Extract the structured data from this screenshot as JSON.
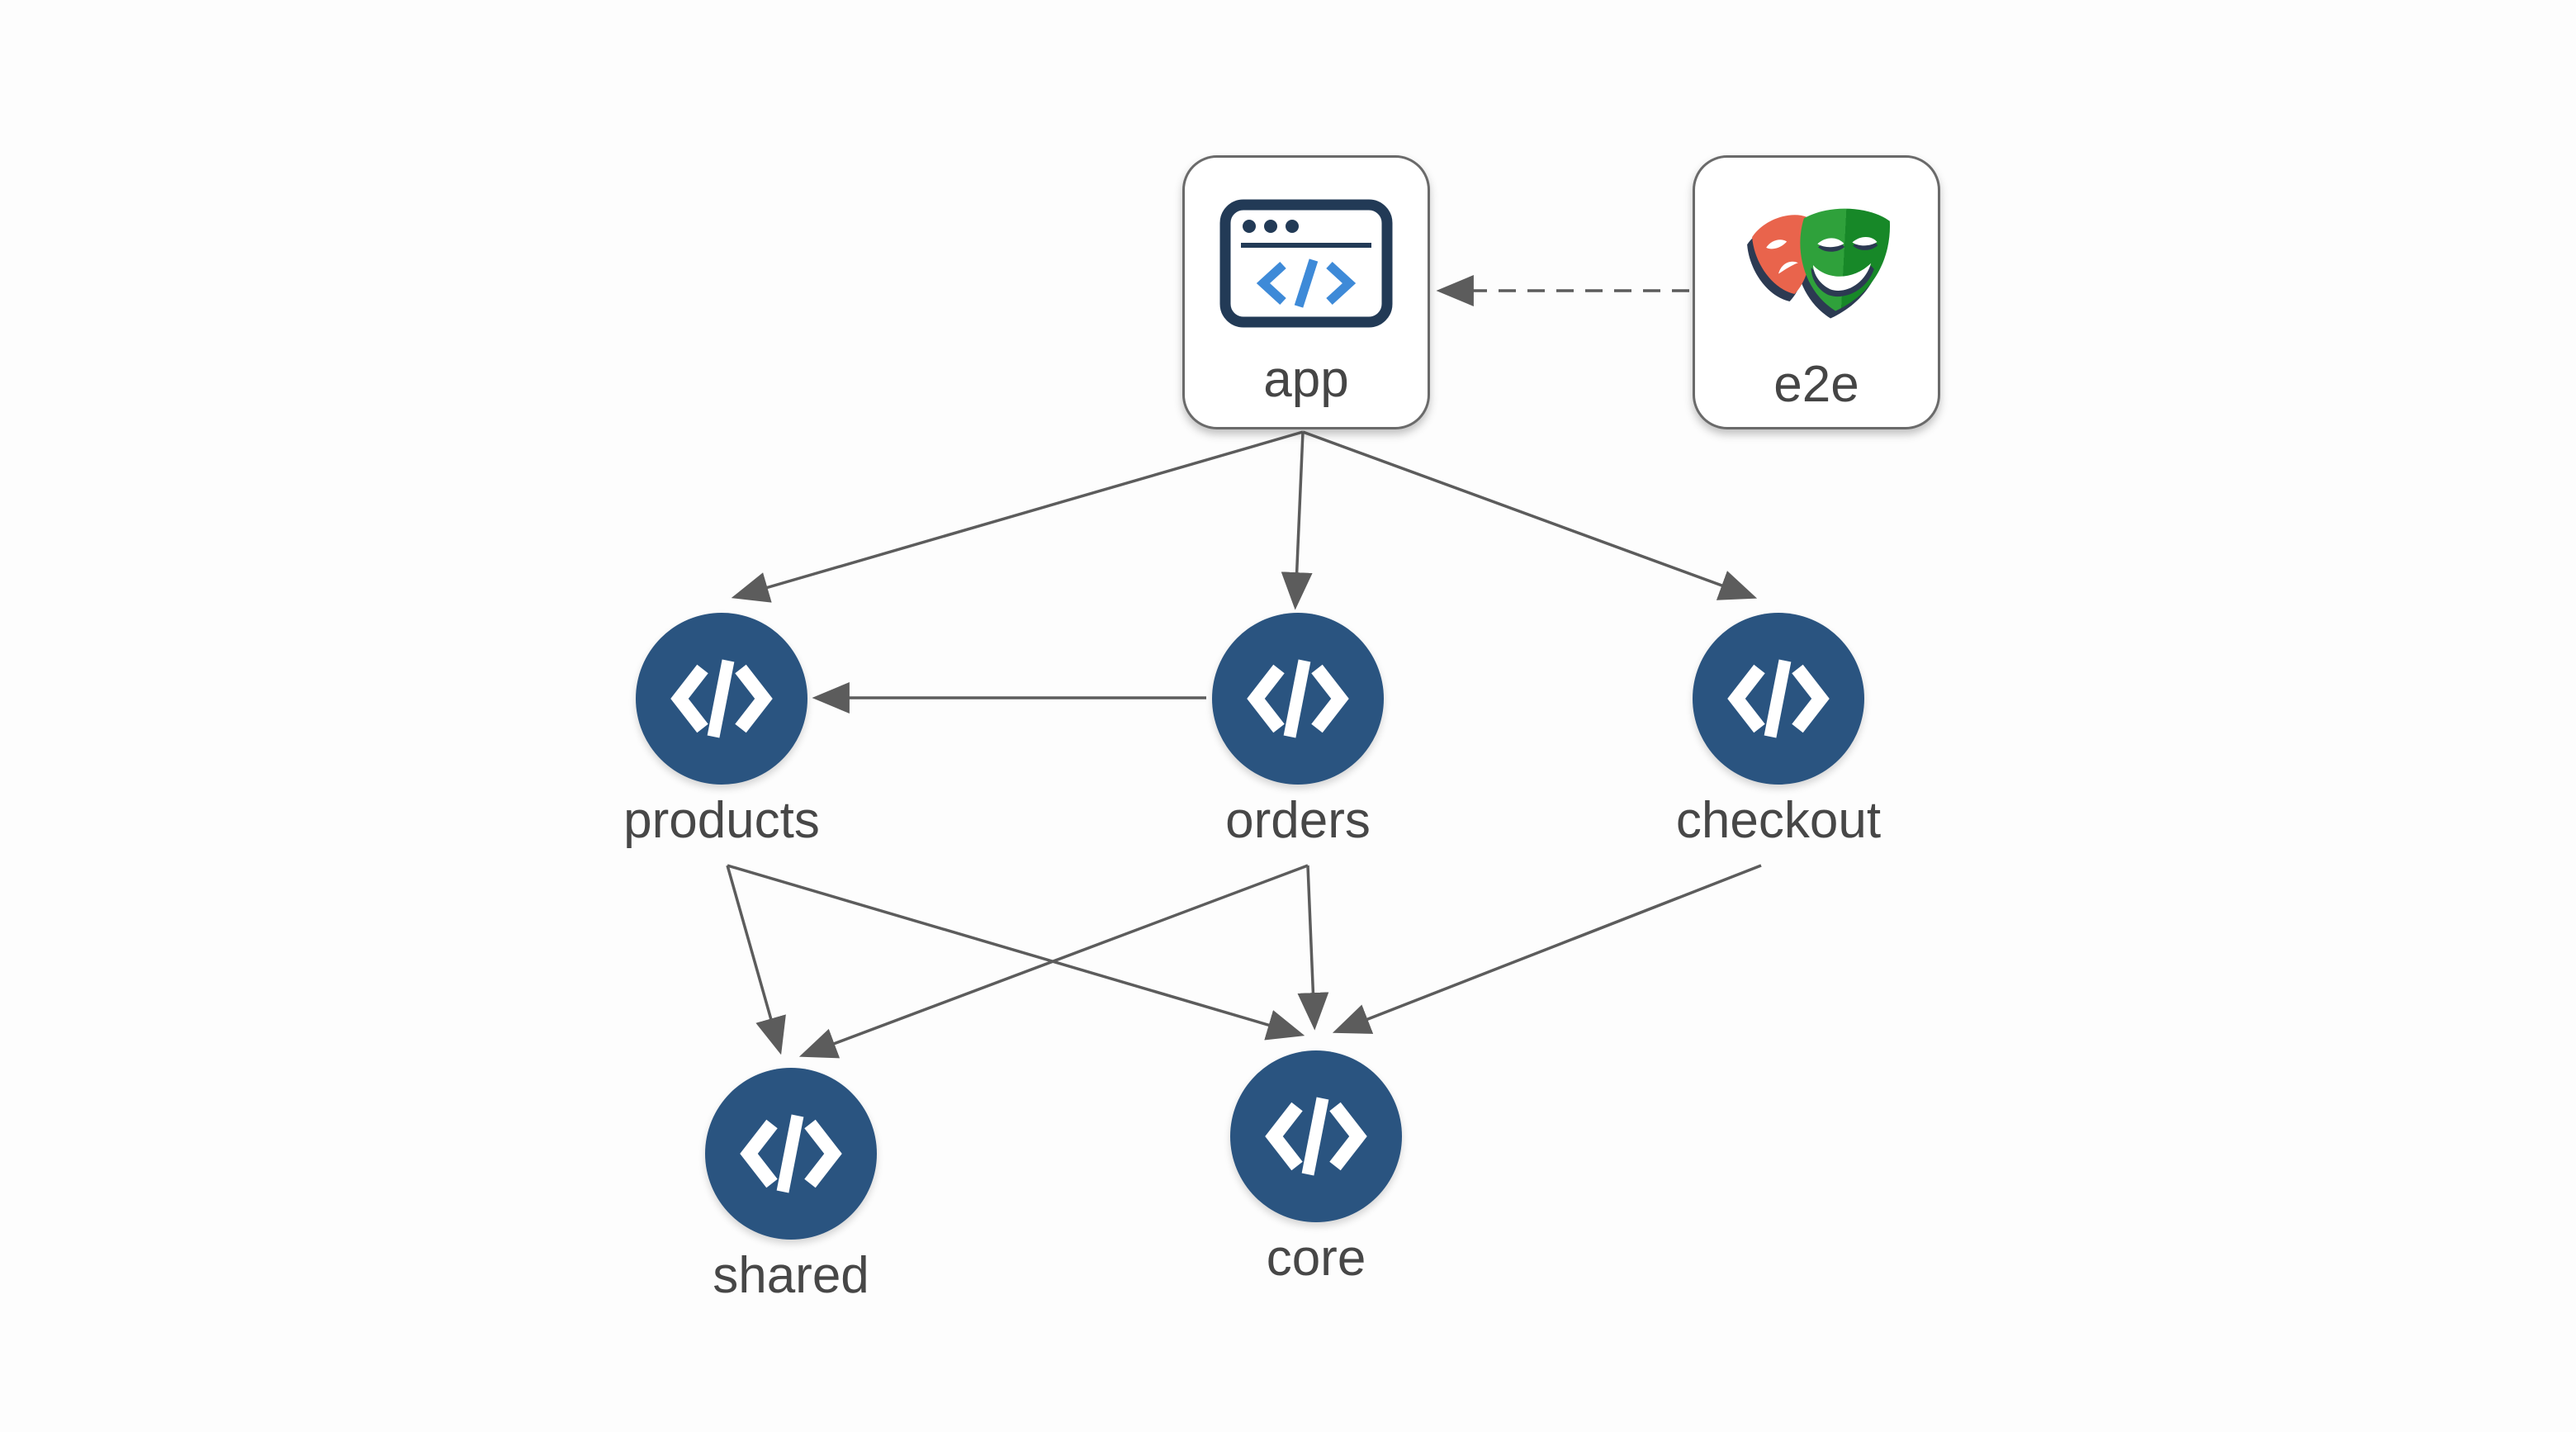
{
  "diagram": {
    "type": "dependency-graph",
    "nodes": {
      "app": {
        "id": "app",
        "label": "app",
        "kind": "application",
        "icon": "browser-window-icon"
      },
      "e2e": {
        "id": "e2e",
        "label": "e2e",
        "kind": "e2e-tests",
        "icon": "playwright-masks-icon"
      },
      "products": {
        "id": "products",
        "label": "products",
        "kind": "library",
        "icon": "code-icon"
      },
      "orders": {
        "id": "orders",
        "label": "orders",
        "kind": "library",
        "icon": "code-icon"
      },
      "checkout": {
        "id": "checkout",
        "label": "checkout",
        "kind": "library",
        "icon": "code-icon"
      },
      "shared": {
        "id": "shared",
        "label": "shared",
        "kind": "library",
        "icon": "code-icon"
      },
      "core": {
        "id": "core",
        "label": "core",
        "kind": "library",
        "icon": "code-icon"
      }
    },
    "edges": [
      {
        "from": "e2e",
        "to": "app",
        "style": "dashed"
      },
      {
        "from": "app",
        "to": "products",
        "style": "solid"
      },
      {
        "from": "app",
        "to": "orders",
        "style": "solid"
      },
      {
        "from": "app",
        "to": "checkout",
        "style": "solid"
      },
      {
        "from": "orders",
        "to": "products",
        "style": "solid"
      },
      {
        "from": "products",
        "to": "shared",
        "style": "solid"
      },
      {
        "from": "products",
        "to": "core",
        "style": "solid"
      },
      {
        "from": "orders",
        "to": "shared",
        "style": "solid"
      },
      {
        "from": "orders",
        "to": "core",
        "style": "solid"
      },
      {
        "from": "checkout",
        "to": "core",
        "style": "solid"
      }
    ],
    "colors": {
      "background": "#fdfdfd",
      "circle_node_fill": "#2A5480",
      "edge_stroke": "#5C5C5C",
      "box_border": "#6A6A6A",
      "label_text": "#474747",
      "browser_icon_navy": "#223A56",
      "browser_icon_blue": "#3E8AD8",
      "mask_red": "#E9644C",
      "mask_green_light": "#2FA13B",
      "mask_green_dark": "#178828",
      "mask_navy": "#2C3A52"
    }
  }
}
